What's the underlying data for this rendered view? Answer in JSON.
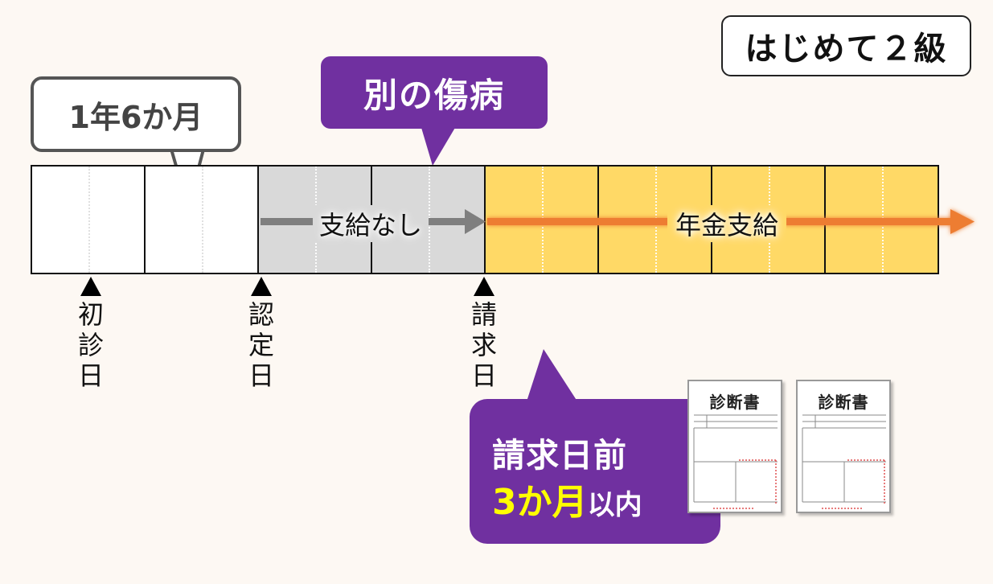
{
  "badge": "はじめて２級",
  "callouts": {
    "period": "1年6か月",
    "other_injury": "別の傷病",
    "deadline_line1": "請求日前",
    "deadline_highlight": "3か月",
    "deadline_suffix": "以内"
  },
  "timeline": {
    "no_payment_label": "支給なし",
    "pension_label": "年金支給"
  },
  "markers": {
    "first_visit": [
      "初",
      "診",
      "日"
    ],
    "certification": [
      "認",
      "定",
      "日"
    ],
    "claim": [
      "請",
      "求",
      "日"
    ]
  },
  "documents": [
    "診断書",
    "診断書"
  ],
  "colors": {
    "purple": "#7030a0",
    "yellow_fill": "#ffd966",
    "gray_fill": "#d9d9d9",
    "orange_arrow": "#ed7d31",
    "gray_arrow": "#7f7f7f",
    "highlight_text": "#ffff00"
  }
}
